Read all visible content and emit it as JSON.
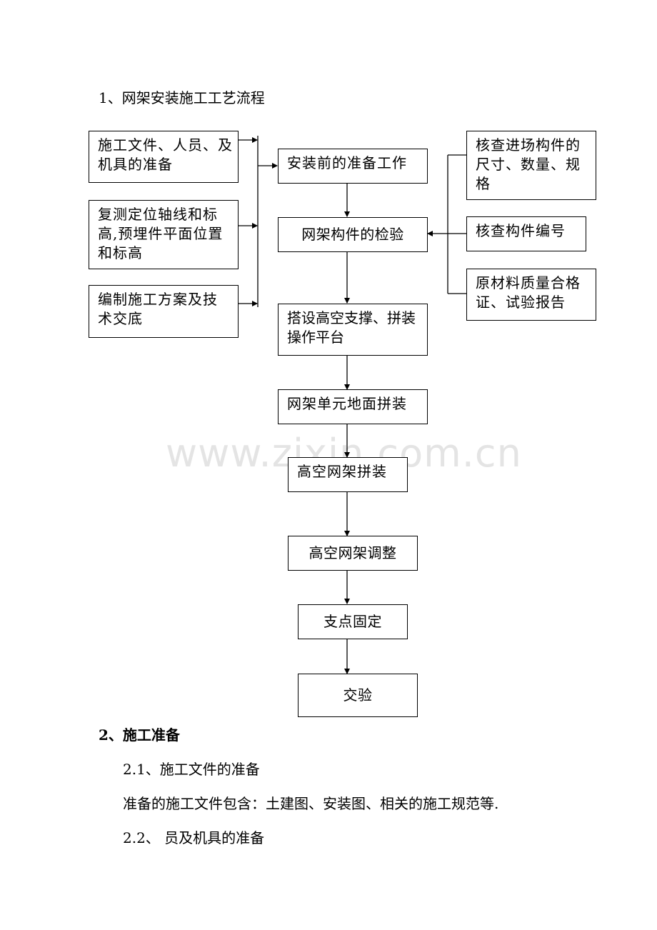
{
  "section1": {
    "title": "1、网架安装施工工艺流程"
  },
  "watermark": "www.zixin.com.cn",
  "flowchart": {
    "left_inputs": [
      {
        "lines": [
          "施工文件、人员、及",
          "机具的准备"
        ]
      },
      {
        "lines": [
          "复测定位轴线和标",
          "高,预埋件平面位置",
          "和标高"
        ]
      },
      {
        "lines": [
          "编制施工方案及技",
          "术交底"
        ]
      }
    ],
    "right_inputs": [
      {
        "lines": [
          "核查进场构件的",
          "尺寸、数量、规",
          "格"
        ]
      },
      {
        "lines": [
          "核查构件编号"
        ]
      },
      {
        "lines": [
          "原材料质量合格",
          "证、试验报告"
        ]
      }
    ],
    "steps": [
      {
        "lines": [
          "安装前的准备工作"
        ]
      },
      {
        "lines": [
          "网架构件的检验"
        ]
      },
      {
        "lines": [
          "搭设高空支撑、拼装",
          "操作平台"
        ]
      },
      {
        "lines": [
          "网架单元地面拼装"
        ]
      },
      {
        "lines": [
          "高空网架拼装"
        ]
      },
      {
        "lines": [
          "高空网架调整"
        ]
      },
      {
        "lines": [
          "支点固定"
        ]
      },
      {
        "lines": [
          "交验"
        ]
      }
    ]
  },
  "section2": {
    "title": "2、施工准备",
    "sub1_title": "2.1、施工文件的准备",
    "sub1_body": "准备的施工文件包含：土建图、安装图、相关的施工规范等.",
    "sub2_title": "2.2、 员及机具的准备"
  }
}
